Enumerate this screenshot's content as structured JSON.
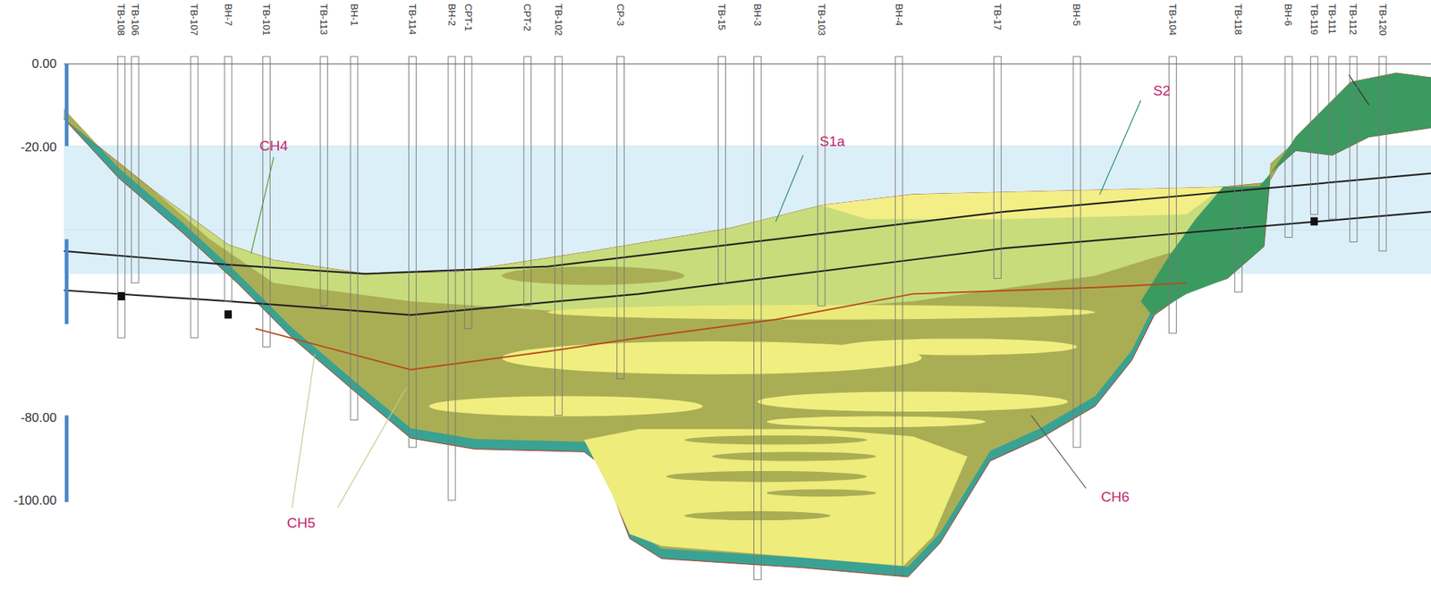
{
  "diagram": {
    "labels": [
      "0.00",
      "-20.00",
      "-80.00",
      "-100.00",
      "TB-108",
      "TB-106",
      "TB-107",
      "BH-7",
      "TB-101",
      "TB-113",
      "BH-1",
      "TB-114",
      "BH-2",
      "CPT-1",
      "CPT-2",
      "TB-102",
      "CP-3",
      "TB-15",
      "BH-3",
      "TB-103",
      "BH-4",
      "TB-17",
      "BH-5",
      "TB-104",
      "TB-118",
      "BH-6",
      "TB-119",
      "TB-111",
      "TB-112",
      "TB-120",
      "CH4",
      "S1a",
      "S2",
      "CH5",
      "CH6"
    ]
  }
}
